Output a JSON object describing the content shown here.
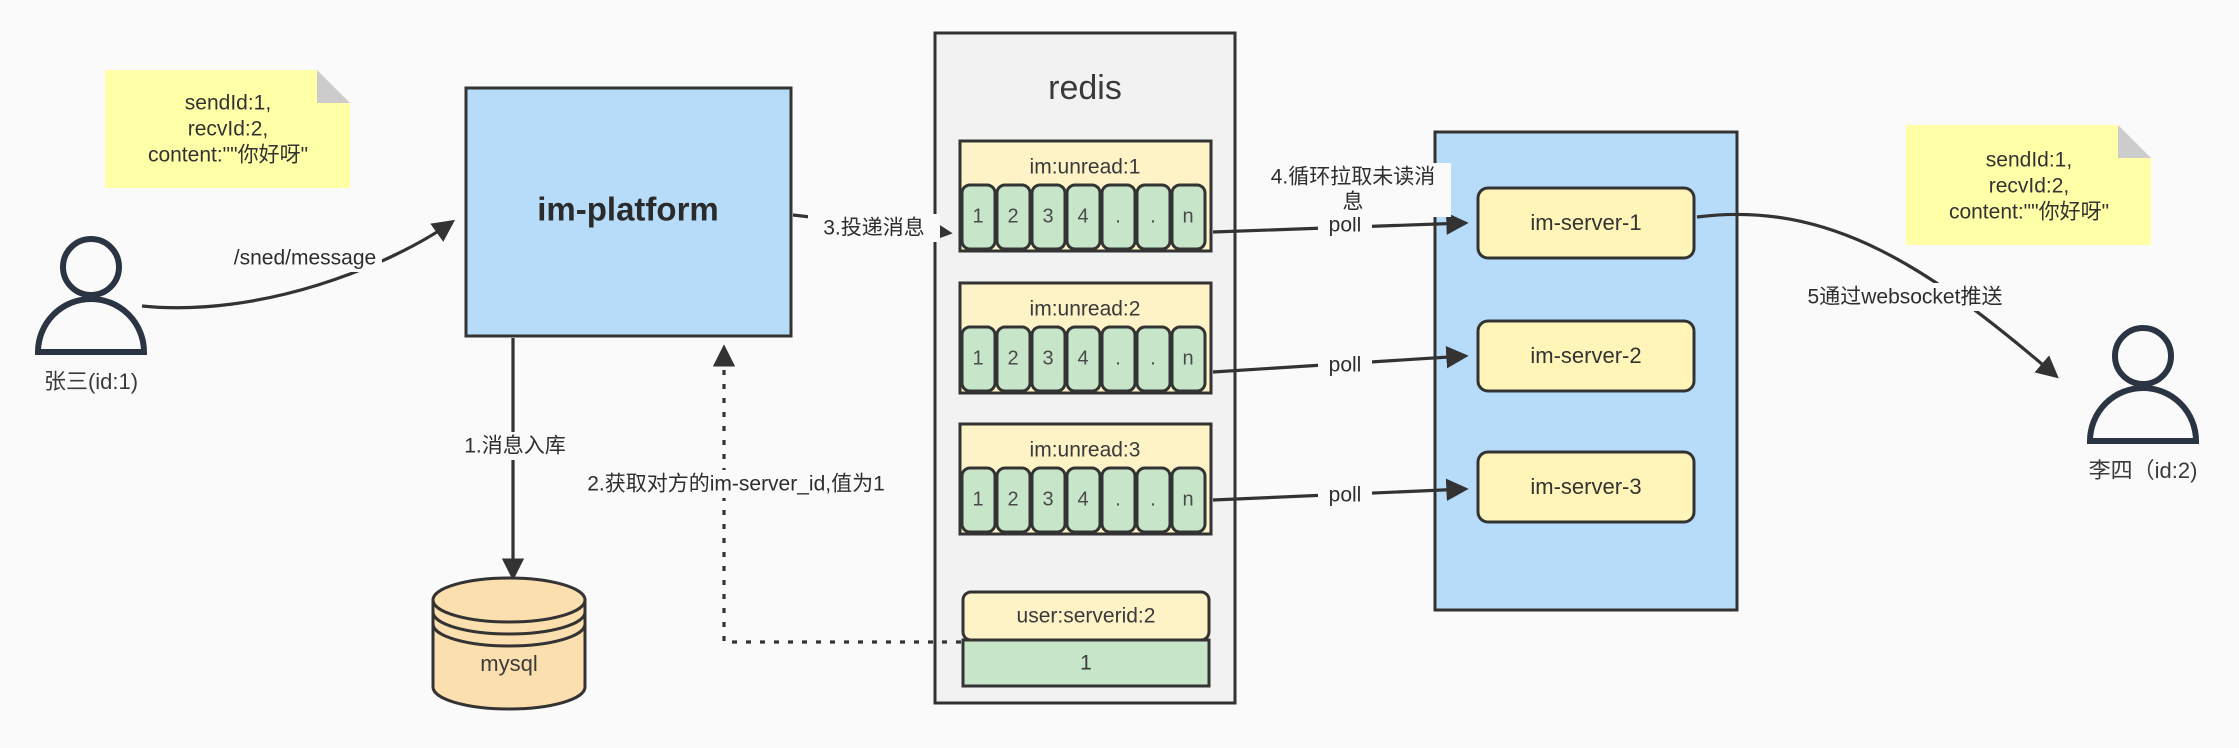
{
  "diagram": {
    "title": "IM message delivery flow",
    "colors": {
      "background": "#fafafa",
      "note_fill": "#ffffa8",
      "note_fold": "#cccccc",
      "platform_fill": "#b6dcfa",
      "server_group_fill": "#b6dcfa",
      "server_fill": "#fff5b8",
      "redis_fill": "#f2f2f2",
      "key_fill": "#fdf3c6",
      "cell_fill": "#c7e6c9",
      "db_fill": "#fcdfae",
      "stroke": "#333333",
      "actor_stroke": "#2b3442"
    }
  },
  "notes": {
    "left": {
      "lines": [
        "sendId:1,",
        "recvId:2,",
        "content:\"\"你好呀\""
      ]
    },
    "right": {
      "lines": [
        "sendId:1,",
        "recvId:2,",
        "content:\"\"你好呀\""
      ]
    }
  },
  "actors": {
    "sender": {
      "label": "张三(id:1)",
      "icon": "person-icon"
    },
    "receiver": {
      "label": "李四（id:2)",
      "icon": "person-icon"
    }
  },
  "platform": {
    "label": "im-platform"
  },
  "database": {
    "label": "mysql",
    "icon": "database-cylinder-icon"
  },
  "redis": {
    "title": "redis",
    "lists": [
      {
        "key": "im:unread:1",
        "cells": [
          "1",
          "2",
          "3",
          "4",
          ".",
          ".",
          "n"
        ]
      },
      {
        "key": "im:unread:2",
        "cells": [
          "1",
          "2",
          "3",
          "4",
          ".",
          ".",
          "n"
        ]
      },
      {
        "key": "im:unread:3",
        "cells": [
          "1",
          "2",
          "3",
          "4",
          ".",
          ".",
          "n"
        ]
      }
    ],
    "map_entry": {
      "key": "user:serverid:2",
      "value": "1"
    }
  },
  "server_group": {
    "servers": [
      {
        "label": "im-server-1"
      },
      {
        "label": "im-server-2"
      },
      {
        "label": "im-server-3"
      }
    ]
  },
  "edges": {
    "send_message": "/sned/message",
    "step1": "1.消息入库",
    "step2": "2.获取对方的im-server_id,值为1",
    "step3": "3.投递消息",
    "step4_line1": "4.循环拉取未读消",
    "step4_line2": "息",
    "poll_1": "poll",
    "poll_2": "poll",
    "poll_3": "poll",
    "step5": "5通过websocket推送"
  }
}
